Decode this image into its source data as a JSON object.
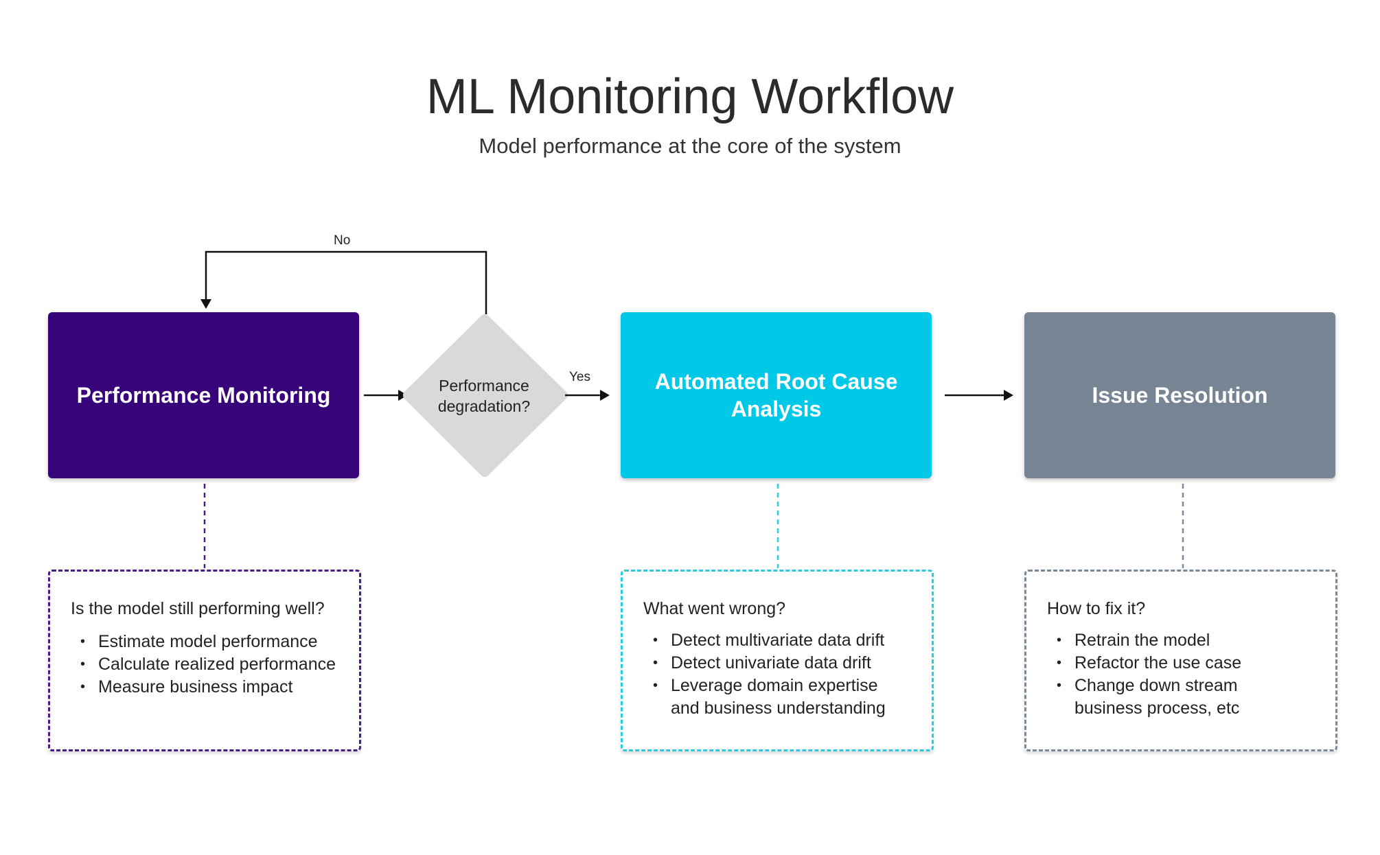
{
  "title": "ML Monitoring Workflow",
  "subtitle": "Model performance at the core of the system",
  "colors": {
    "monitoring": "#38047a",
    "decision": "#d9d9d9",
    "rca": "#00c8e6",
    "resolution": "#768494",
    "arrow": "#111111"
  },
  "nodes": {
    "monitoring": {
      "label": "Performance Monitoring"
    },
    "decision": {
      "label_line1": "Performance",
      "label_line2": "degradation?"
    },
    "rca": {
      "label": "Automated Root Cause Analysis"
    },
    "resolution": {
      "label": "Issue Resolution"
    }
  },
  "edges": {
    "no_label": "No",
    "yes_label": "Yes"
  },
  "details": {
    "monitoring": {
      "question": "Is the model still performing well?",
      "items": [
        "Estimate model performance",
        "Calculate realized performance",
        "Measure business impact"
      ]
    },
    "rca": {
      "question": "What went wrong?",
      "items": [
        "Detect multivariate data drift",
        "Detect univariate data drift",
        "Leverage domain expertise and business understanding"
      ]
    },
    "resolution": {
      "question": "How to fix it?",
      "items": [
        "Retrain the model",
        "Refactor the use case",
        "Change down stream business process, etc"
      ]
    }
  }
}
